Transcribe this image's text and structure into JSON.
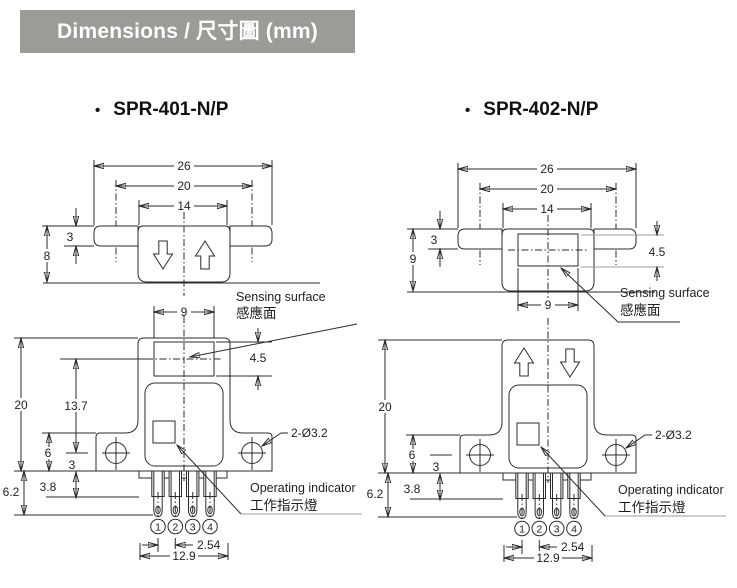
{
  "header": {
    "title": "Dimensions / 尺寸圖 (mm)"
  },
  "panels": [
    {
      "bullet": "•",
      "title": "SPR-401-N/P",
      "top_view": {
        "overall_width": "26",
        "hole_span": "20",
        "body_width": "14",
        "tab_thickness": "3",
        "body_depth": "8"
      },
      "front_view": {
        "sensing_width": "9",
        "sensing_height": "4.5",
        "sensing_center_offset": "13.7",
        "overall_height": "20",
        "flange_height": "6",
        "hole_center_offset": "3",
        "pin_step": "3.8",
        "pin_length": "6.2",
        "pin_pitch": "2.54",
        "pin_row_width": "12.9",
        "mounting_holes": "2-Ø3.2",
        "pin_numbers": [
          "1",
          "2",
          "3",
          "4"
        ]
      },
      "labels": {
        "sensing_en": "Sensing surface",
        "sensing_zh": "感應面",
        "indicator_en": "Operating indicator",
        "indicator_zh": "工作指示燈"
      }
    },
    {
      "bullet": "•",
      "title": "SPR-402-N/P",
      "top_view": {
        "overall_width": "26",
        "hole_span": "20",
        "body_width": "14",
        "tab_thickness": "3",
        "body_depth": "9",
        "sensing_height": "4.5",
        "sensing_width": "9"
      },
      "front_view": {
        "overall_height": "20",
        "flange_height": "6",
        "hole_center_offset": "3",
        "pin_step": "3.8",
        "pin_length": "6.2",
        "pin_pitch": "2.54",
        "pin_row_width": "12.9",
        "mounting_holes": "2-Ø3.2",
        "pin_numbers": [
          "1",
          "2",
          "3",
          "4"
        ]
      },
      "labels": {
        "sensing_en": "Sensing surface",
        "sensing_zh": "感應面",
        "indicator_en": "Operating indicator",
        "indicator_zh": "工作指示燈"
      }
    }
  ]
}
